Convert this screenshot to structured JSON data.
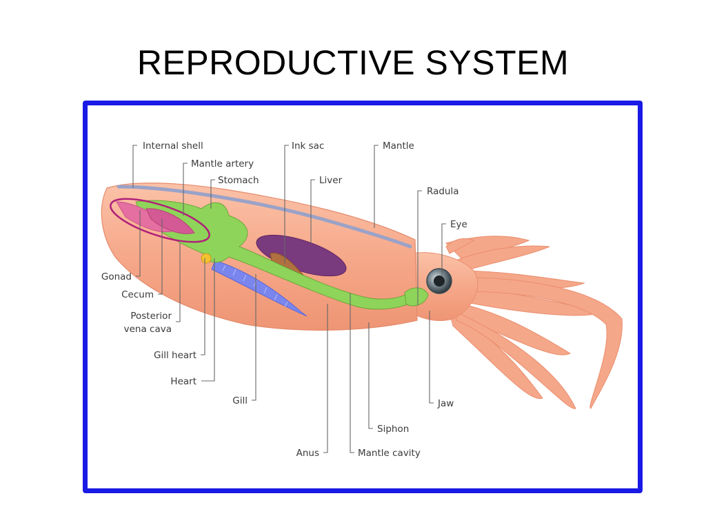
{
  "slide": {
    "title": "REPRODUCTIVE SYSTEM"
  },
  "colors": {
    "frame": "#1a1ae6",
    "body": "#f6a88a",
    "digestive": "#8fd45a",
    "ink_sac": "#8a3a8a",
    "gill": "#7a86ee",
    "gonad_highlight": "#b0207a"
  },
  "labels": {
    "internal_shell": "Internal shell",
    "mantle_artery": "Mantle artery",
    "stomach": "Stomach",
    "ink_sac": "Ink sac",
    "liver": "Liver",
    "mantle": "Mantle",
    "radula": "Radula",
    "eye": "Eye",
    "gonad": "Gonad",
    "cecum": "Cecum",
    "posterior": "Posterior",
    "vena_cava": "vena cava",
    "gill_heart": "Gill heart",
    "heart": "Heart",
    "gill": "Gill",
    "anus": "Anus",
    "mantle_cavity": "Mantle cavity",
    "siphon": "Siphon",
    "jaw": "Jaw"
  }
}
